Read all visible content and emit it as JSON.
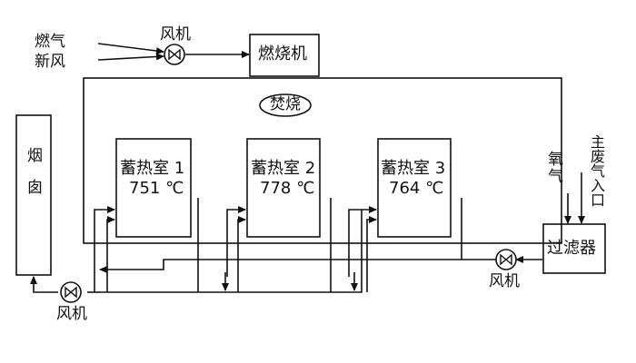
{
  "inputs": {
    "gas": "燃气",
    "fresh_air": "新风"
  },
  "fan_top_label": "风机",
  "burner_label": "燃烧机",
  "incineration_label": "焚烧",
  "chimney_label": "烟囱",
  "chambers": [
    {
      "name": "蓄热室 1",
      "temp": "751 ℃"
    },
    {
      "name": "蓄热室 2",
      "temp": "778 ℃"
    },
    {
      "name": "蓄热室 3",
      "temp": "764 ℃"
    }
  ],
  "oxygen_label": "氧气",
  "main_exhaust_label": "主废气入口",
  "filter_label": "过滤器",
  "fan_right_label": "风机",
  "fan_bottom_label": "风机"
}
